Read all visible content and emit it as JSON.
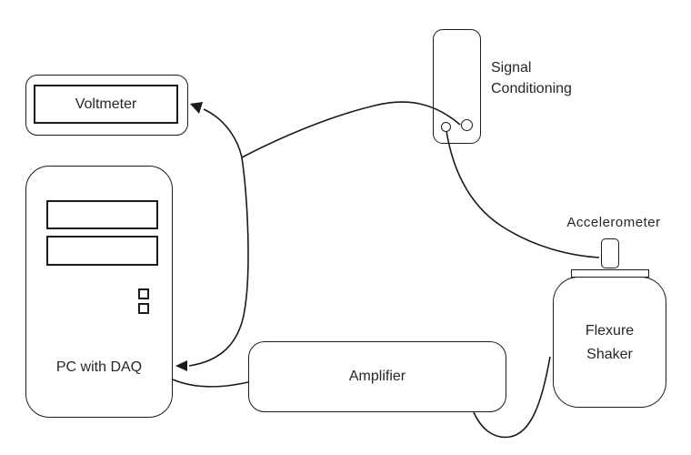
{
  "diagram": {
    "nodes": {
      "voltmeter": {
        "label": "Voltmeter"
      },
      "pc": {
        "label": "PC with DAQ"
      },
      "signal_conditioning": {
        "label": "Signal\nConditioning"
      },
      "accelerometer": {
        "label": "Accelerometer"
      },
      "flexure_shaker": {
        "label": "Flexure\nShaker"
      },
      "amplifier": {
        "label": "Amplifier"
      }
    },
    "colors": {
      "stroke": "#1a1a1a",
      "text": "#262626",
      "background": "#ffffff"
    }
  }
}
